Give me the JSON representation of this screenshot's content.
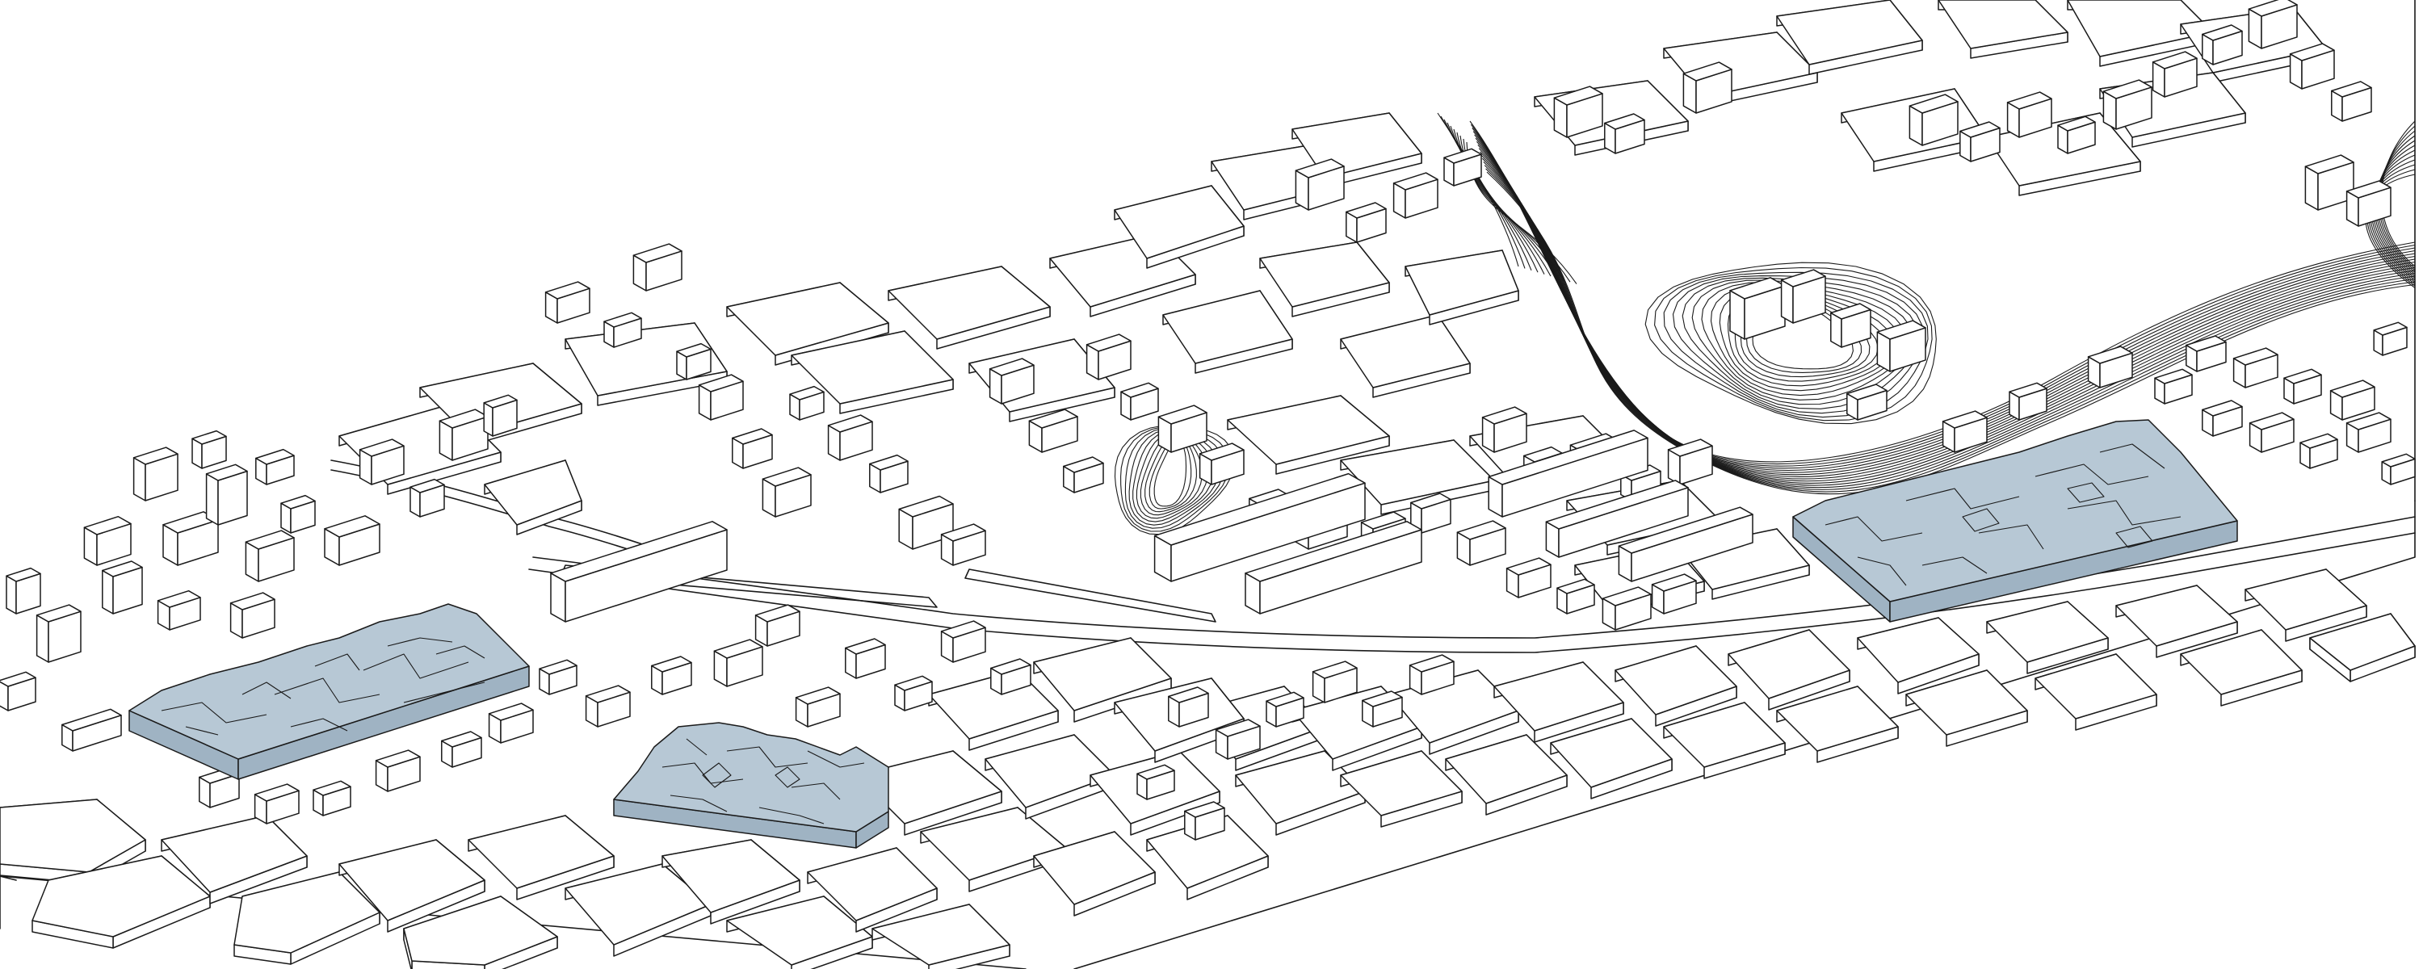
{
  "colors": {
    "background": "#ffffff",
    "linework": "#1a1a1a",
    "highlight_top": "#b7c8d5",
    "highlight_side": "#9fb3c3",
    "block_fill": "#ffffff"
  },
  "highlighted_sites": [
    {
      "id": "site-west"
    },
    {
      "id": "site-central"
    },
    {
      "id": "site-east"
    }
  ]
}
